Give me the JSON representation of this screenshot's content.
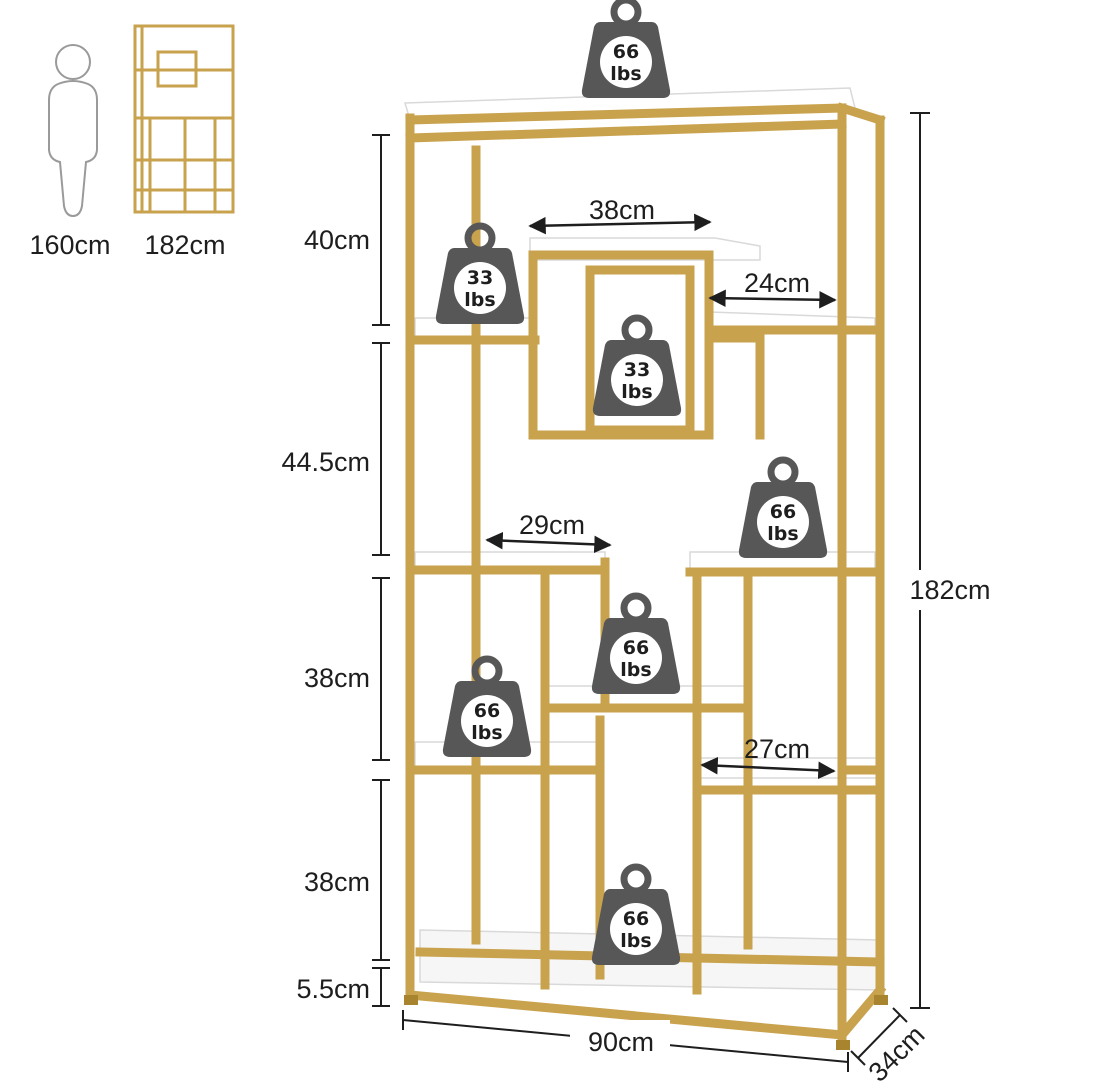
{
  "colors": {
    "frame": "#C9A24E",
    "frame_dark": "#A8842F",
    "shelf": "#FFFFFF",
    "weight": "#575757",
    "ink": "#1E1E1E"
  },
  "comparison": {
    "person_height": "160cm",
    "shelf_height": "182cm"
  },
  "dimensions": {
    "top_section": "40cm",
    "second_section": "44.5cm",
    "third_section": "38cm",
    "fourth_section": "38cm",
    "foot_clearance": "5.5cm",
    "total_height": "182cm",
    "width": "90cm",
    "depth": "34cm",
    "cube_width": "38cm",
    "side_shelf_width": "24cm",
    "left_shelf_width": "29cm",
    "right_shelf_width": "27cm"
  },
  "weights": {
    "top": {
      "value": "66",
      "unit": "lbs"
    },
    "upper_left": {
      "value": "33",
      "unit": "lbs"
    },
    "cube": {
      "value": "33",
      "unit": "lbs"
    },
    "right_mid": {
      "value": "66",
      "unit": "lbs"
    },
    "center": {
      "value": "66",
      "unit": "lbs"
    },
    "lower_left": {
      "value": "66",
      "unit": "lbs"
    },
    "bottom": {
      "value": "66",
      "unit": "lbs"
    }
  }
}
